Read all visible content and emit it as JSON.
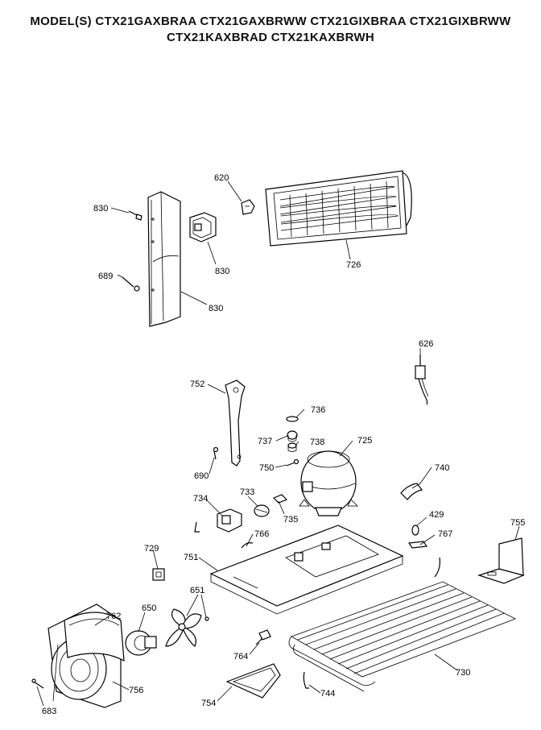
{
  "header": {
    "models_line1": "MODEL(S) CTX21GAXBRAA  CTX21GAXBRWW  CTX21GIXBRAA  CTX21GIXBRWW",
    "models_line2": "CTX21KAXBRAD  CTX21KAXBRWH"
  },
  "callouts": {
    "c620": "620",
    "c830a": "830",
    "c830b": "830",
    "c830c": "830",
    "c689": "689",
    "c726": "726",
    "c626": "626",
    "c752": "752",
    "c736": "736",
    "c737": "737",
    "c738": "738",
    "c725": "725",
    "c750": "750",
    "c690": "690",
    "c740": "740",
    "c734": "734",
    "c733": "733",
    "c735": "735",
    "c429": "429",
    "c767": "767",
    "c755": "755",
    "c729": "729",
    "c766": "766",
    "c751": "751",
    "c762": "762",
    "c650": "650",
    "c651": "651",
    "c764": "764",
    "c730": "730",
    "c756": "756",
    "c683": "683",
    "c754": "754",
    "c744": "744"
  }
}
